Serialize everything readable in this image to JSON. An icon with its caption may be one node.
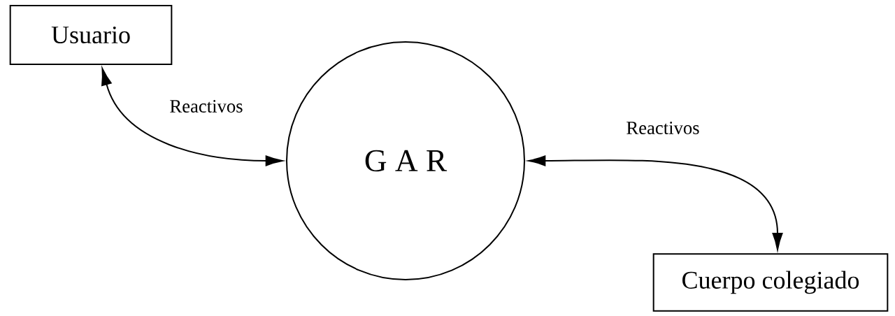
{
  "diagram": {
    "nodes": [
      {
        "text": [
          "Usuario"
        ]
      },
      {
        "text": [
          "G A R"
        ]
      },
      {
        "text": [
          "Cuerpo colegiado"
        ]
      }
    ],
    "edges": [
      {
        "from": 0,
        "to": 1,
        "arrow": "both",
        "label": "Reactivos"
      },
      {
        "from": 1,
        "to": 2,
        "arrow": "both",
        "label": "Reactivos"
      }
    ]
  }
}
